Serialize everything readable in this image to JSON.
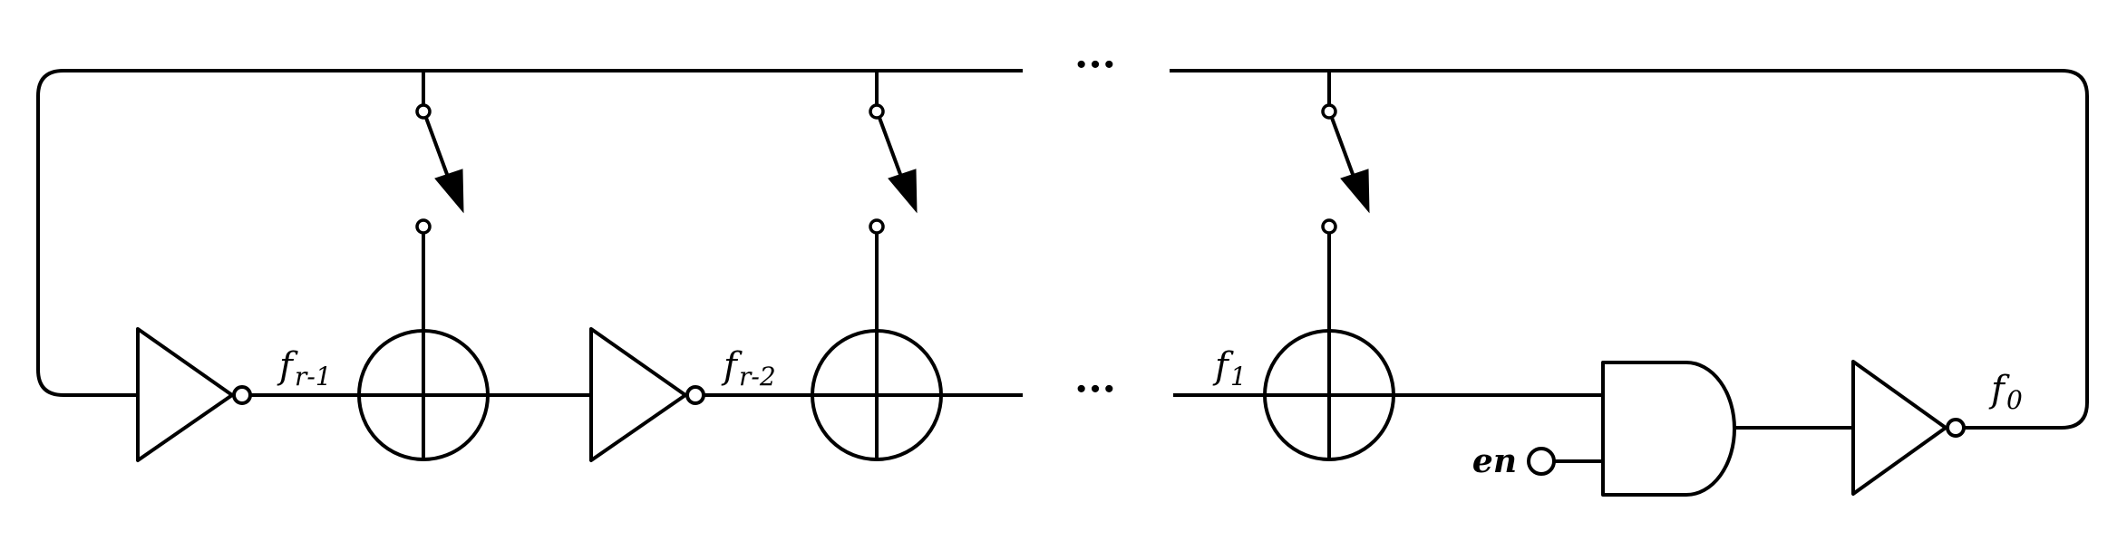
{
  "labels": {
    "f_r1_main": "f",
    "f_r1_sub": "r-1",
    "f_r2_main": "f",
    "f_r2_sub": "r-2",
    "f_1_main": "f",
    "f_1_sub": "1",
    "f_0_main": "f",
    "f_0_sub": "0",
    "en": "en",
    "ellipsis_top": "···",
    "ellipsis_bottom": "···"
  }
}
